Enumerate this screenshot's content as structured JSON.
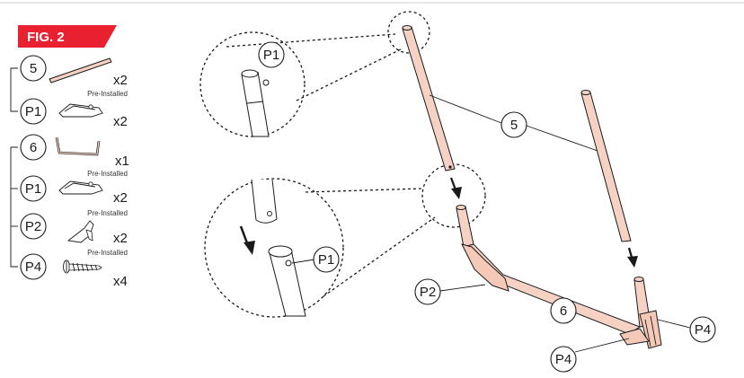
{
  "figure": {
    "label": "FIG. 2",
    "accent_color": "#e8202f"
  },
  "parts_list": [
    {
      "id": "5",
      "qty": "x2",
      "note": ""
    },
    {
      "id": "P1",
      "qty": "x2",
      "note": "Pre-Installed"
    },
    {
      "id": "6",
      "qty": "x1",
      "note": ""
    },
    {
      "id": "P1",
      "qty": "x2",
      "note": "Pre-Installed"
    },
    {
      "id": "P2",
      "qty": "x2",
      "note": "Pre-Installed"
    },
    {
      "id": "P4",
      "qty": "x4",
      "note": "Pre-Installed"
    }
  ],
  "callouts": {
    "zoom_top": "P1",
    "zoom_bottom": "P1",
    "upright_poles": "5",
    "base_frame": "6",
    "bracket": "P2",
    "bolt_right": "P4",
    "bolt_bottom": "P4"
  },
  "colors": {
    "tube_fill": "#f6d2c4",
    "line": "#1a1a1a"
  }
}
